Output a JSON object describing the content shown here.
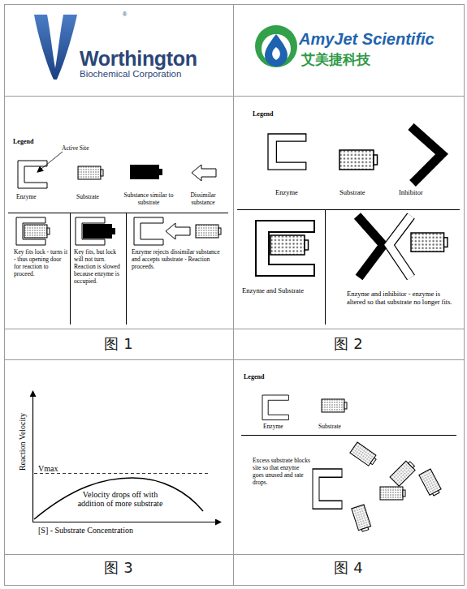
{
  "diagram": {
    "labels": [
      "Worthington",
      "®",
      "Biochemical Corporation",
      "AmyJet Scientific",
      "艾美捷科技",
      "Legend",
      "Active Site",
      "Key fits lock - turns it - thus opening door for reaction to proceed.",
      "Key fits, but lock will not turn. Reaction is slowed because enzyme is occupied.",
      "Enzyme rejects dissimilar substance and accepts substrate - Reaction proceeds.",
      "Legend",
      "Enzyme and Substrate",
      "Enzyme and inhibitor - enzyme is altered so that substrate no longer fits.",
      "图 1",
      "图 2",
      "Reaction Velocity",
      "Vmax",
      "Velocity drops off with addition of more substrate",
      "[S] - Substrate Concentration",
      "Legend",
      "Excess substrate blocks site so that enzyme goes unused and rate drops.",
      "图 3",
      "图 4"
    ],
    "legend": [
      {
        "text": "Enzyme"
      },
      {
        "text": "Substrate"
      },
      {
        "text": "Substance similar to substrate"
      },
      {
        "text": "Dissimilar substance"
      },
      {
        "text": "Enzyme"
      },
      {
        "text": "Substrate"
      },
      {
        "text": "Inhibitor"
      },
      {
        "text": "Enzyme"
      },
      {
        "text": "Substrate"
      }
    ]
  }
}
